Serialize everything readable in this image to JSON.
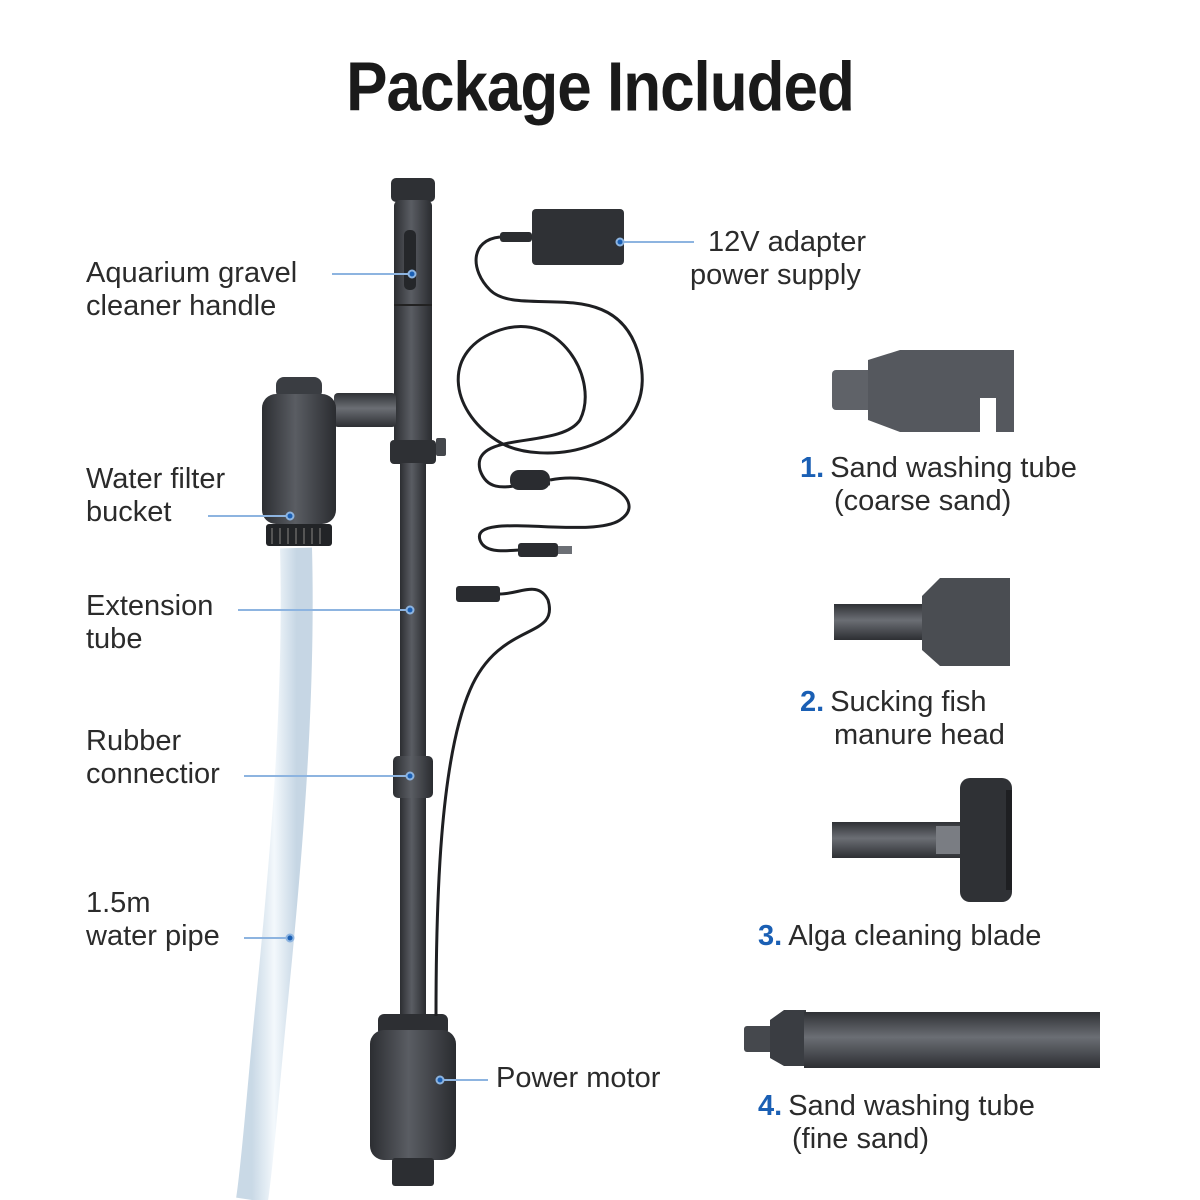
{
  "title": "Package Included",
  "labels": {
    "handle": [
      "Aquarium gravel",
      "cleaner handle"
    ],
    "filter_bucket": [
      "Water filter",
      "bucket"
    ],
    "extension_tube": [
      "Extension",
      "tube"
    ],
    "rubber_connector": [
      "Rubber",
      "connectior"
    ],
    "water_pipe": [
      "1.5m",
      "water pipe"
    ],
    "power_motor": "Power motor",
    "adapter": [
      "12V adapter",
      "power supply"
    ]
  },
  "accessories": [
    {
      "number": "1.",
      "lines": [
        "Sand washing tube",
        "(coarse sand)"
      ]
    },
    {
      "number": "2.",
      "lines": [
        "Sucking fish",
        "manure head"
      ]
    },
    {
      "number": "3.",
      "lines": [
        "Alga cleaning blade"
      ]
    },
    {
      "number": "4.",
      "lines": [
        "Sand washing tube",
        "(fine sand)"
      ]
    }
  ],
  "colors": {
    "accent": "#1a5fb4",
    "leader": "#8db4e0",
    "part_dark": "#3a3d42",
    "part_mid": "#55585e",
    "pipe": "#dbe7f0"
  }
}
